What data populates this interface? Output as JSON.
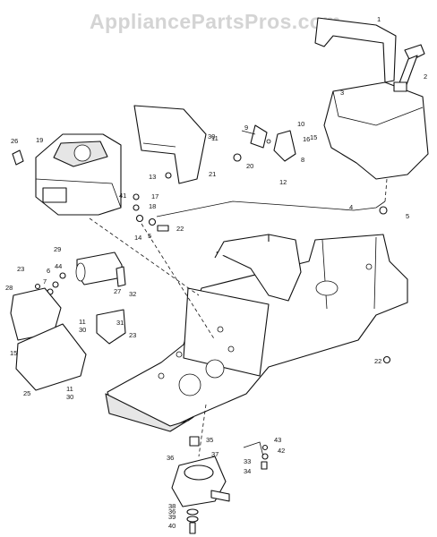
{
  "watermark": "AppliancePartsPros.com",
  "callouts": [
    "1",
    "2",
    "3",
    "4",
    "5",
    "5",
    "6",
    "7",
    "8",
    "9",
    "10",
    "11",
    "11",
    "11",
    "12",
    "13",
    "14",
    "15",
    "15",
    "16",
    "17",
    "18",
    "19",
    "20",
    "21",
    "22",
    "22",
    "23",
    "23",
    "25",
    "26",
    "27",
    "28",
    "29",
    "30",
    "30",
    "30",
    "31",
    "32",
    "33",
    "34",
    "35",
    "36",
    "36",
    "37",
    "38",
    "39",
    "40",
    "41",
    "42",
    "43",
    "44"
  ]
}
